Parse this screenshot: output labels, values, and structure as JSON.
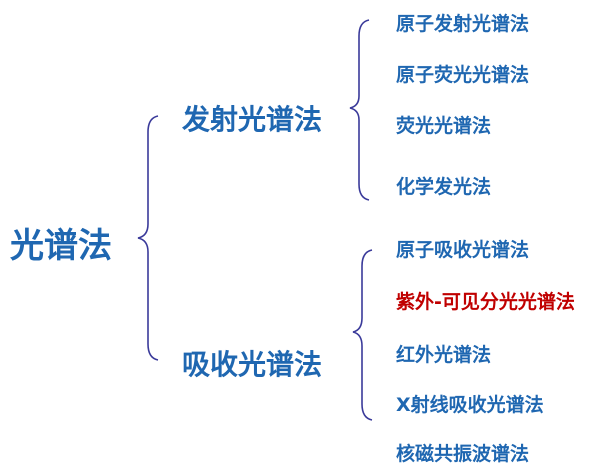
{
  "root": {
    "label": "光谱法"
  },
  "branches": [
    {
      "label": "发射光谱法",
      "leaves": [
        "原子发射光谱法",
        "原子荧光光谱法",
        "荧光光谱法",
        "化学发光法"
      ]
    },
    {
      "label": "吸收光谱法",
      "leaves": [
        "原子吸收光谱法",
        "紫外-可见分光光谱法",
        "红外光谱法",
        "X射线吸收光谱法",
        "核磁共振波谱法"
      ]
    }
  ],
  "colors": {
    "text": "#1f67b1",
    "highlight": "#c00000",
    "brace": "#3a3a9a"
  },
  "highlighted_leaf": "紫外-可见分光光谱法"
}
